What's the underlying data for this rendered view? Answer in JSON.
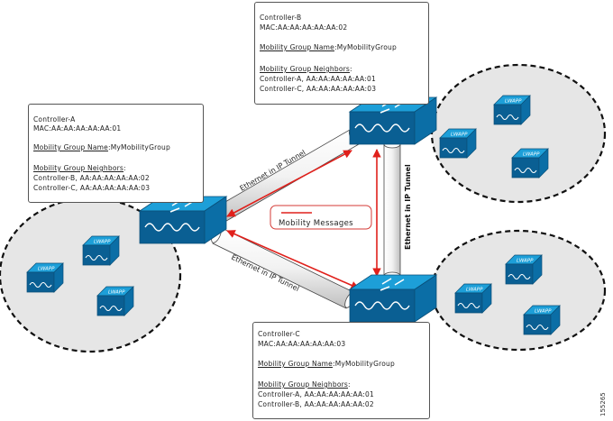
{
  "controllers": {
    "a": {
      "name": "Controller-A",
      "mac": "MAC:AA:AA:AA:AA:AA:01",
      "group_label": "Mobility Group Name",
      "group_name": ":MyMobilityGroup",
      "neighbors_label": "Mobility Group Neighbors",
      "neighbors": [
        "Controller-B, AA:AA:AA:AA:AA:02",
        "Controller-C, AA:AA:AA:AA:AA:03"
      ]
    },
    "b": {
      "name": "Controller-B",
      "mac": "MAC:AA:AA:AA:AA:AA:02",
      "group_label": "Mobility Group Name",
      "group_name": ":MyMobilityGroup",
      "neighbors_label": "Mobility Group Neighbors",
      "neighbors": [
        "Controller-A, AA:AA:AA:AA:AA:01",
        "Controller-C, AA:AA:AA:AA:AA:03"
      ]
    },
    "c": {
      "name": "Controller-C",
      "mac": "MAC:AA:AA:AA:AA:AA:03",
      "group_label": "Mobility Group Name",
      "group_name": ":MyMobilityGroup",
      "neighbors_label": "Mobility Group Neighbors",
      "neighbors": [
        "Controller-A, AA:AA:AA:AA:AA:01",
        "Controller-B, AA:AA:AA:AA:AA:02"
      ]
    }
  },
  "colon": ":",
  "tunnels": {
    "ab": "Ethernet in IP Tunnel",
    "bc": "Ethernet in IP Tunnel",
    "ac": "Ethernet in IP Tunnel"
  },
  "legend": {
    "label": "Mobility Messages"
  },
  "ap_label": "LWAPP",
  "figure_id": "155265",
  "colors": {
    "device_top": "#1d9fd8",
    "device_side": "#0b6ea6",
    "device_front": "#0a5f93",
    "message_arrow": "#e0201b",
    "cloud_fill": "#e6e6e6"
  }
}
